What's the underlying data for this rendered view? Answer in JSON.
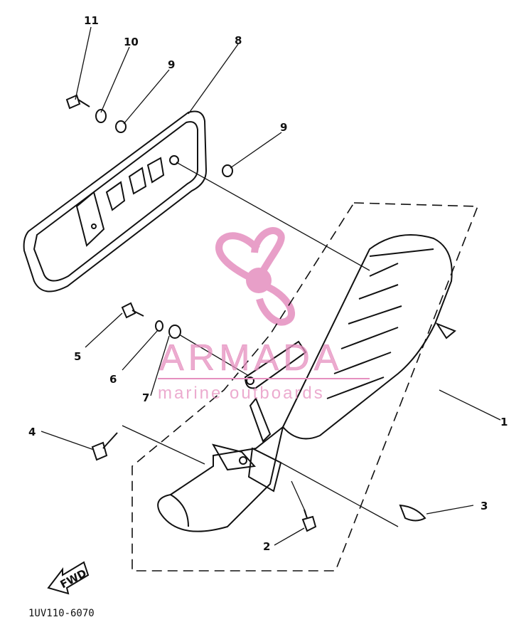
{
  "callouts": [
    {
      "id": "1",
      "text": "1"
    },
    {
      "id": "2",
      "text": "2"
    },
    {
      "id": "3",
      "text": "3"
    },
    {
      "id": "4",
      "text": "4"
    },
    {
      "id": "5",
      "text": "5"
    },
    {
      "id": "6",
      "text": "6"
    },
    {
      "id": "7",
      "text": "7"
    },
    {
      "id": "8",
      "text": "8"
    },
    {
      "id": "9a",
      "text": "9"
    },
    {
      "id": "9b",
      "text": "9"
    },
    {
      "id": "10",
      "text": "10"
    },
    {
      "id": "11",
      "text": "11"
    }
  ],
  "fwd_label": "FWD",
  "diagram_code": "1UV110-6070",
  "watermark": {
    "title": "ARMADA",
    "subtitle": "marine outboards",
    "color": "#e58fbf"
  },
  "colors": {
    "line": "#111111",
    "watermark": "#e58fbf"
  }
}
